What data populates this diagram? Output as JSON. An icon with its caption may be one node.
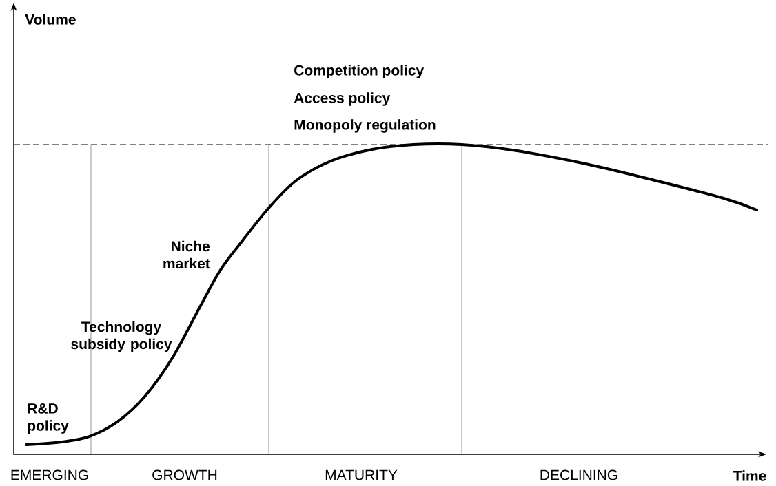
{
  "diagram": {
    "labels": [
      "Volume",
      "Competition policy",
      "Access policy",
      "Monopoly regulation",
      "Niche market",
      "Technology subsidy policy",
      "R&D policy",
      "EMERGING",
      "GROWTH",
      "MATURITY",
      "DECLINING",
      "Time"
    ]
  }
}
